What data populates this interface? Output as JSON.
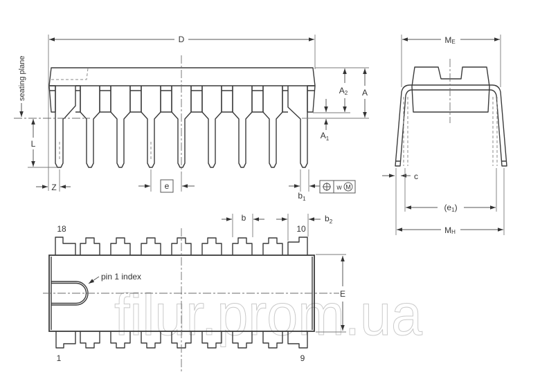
{
  "side_view": {
    "D": "D",
    "A": "A",
    "A2": {
      "main": "A",
      "sub": "2"
    },
    "A1": {
      "main": "A",
      "sub": "1"
    },
    "L": "L",
    "Z": "Z",
    "e": "e",
    "b1": {
      "main": "b",
      "sub": "1"
    },
    "seating_plane": "seating plane",
    "tolerance_frame": {
      "position_symbol": "position-icon",
      "w": "w",
      "m": "M"
    }
  },
  "end_view": {
    "ME": {
      "main": "M",
      "sub": "E"
    },
    "MH": {
      "main": "M",
      "sub": "H"
    },
    "e1": {
      "open": "(e",
      "sub": "1",
      "close": ")"
    },
    "c": "c"
  },
  "top_view": {
    "b": "b",
    "b2": {
      "main": "b",
      "sub": "2"
    },
    "E": "E",
    "pin_labels": {
      "top_left": "18",
      "top_right": "10",
      "bottom_left": "1",
      "bottom_right": "9"
    },
    "pin1_index": "pin 1 index",
    "pin_count": 18
  },
  "watermark": "filur.prom.ua",
  "colors": {
    "outline": "#3a3a3a",
    "dimension": "#7a7a7a",
    "watermark": "#c9c9c9",
    "background": "#ffffff"
  }
}
